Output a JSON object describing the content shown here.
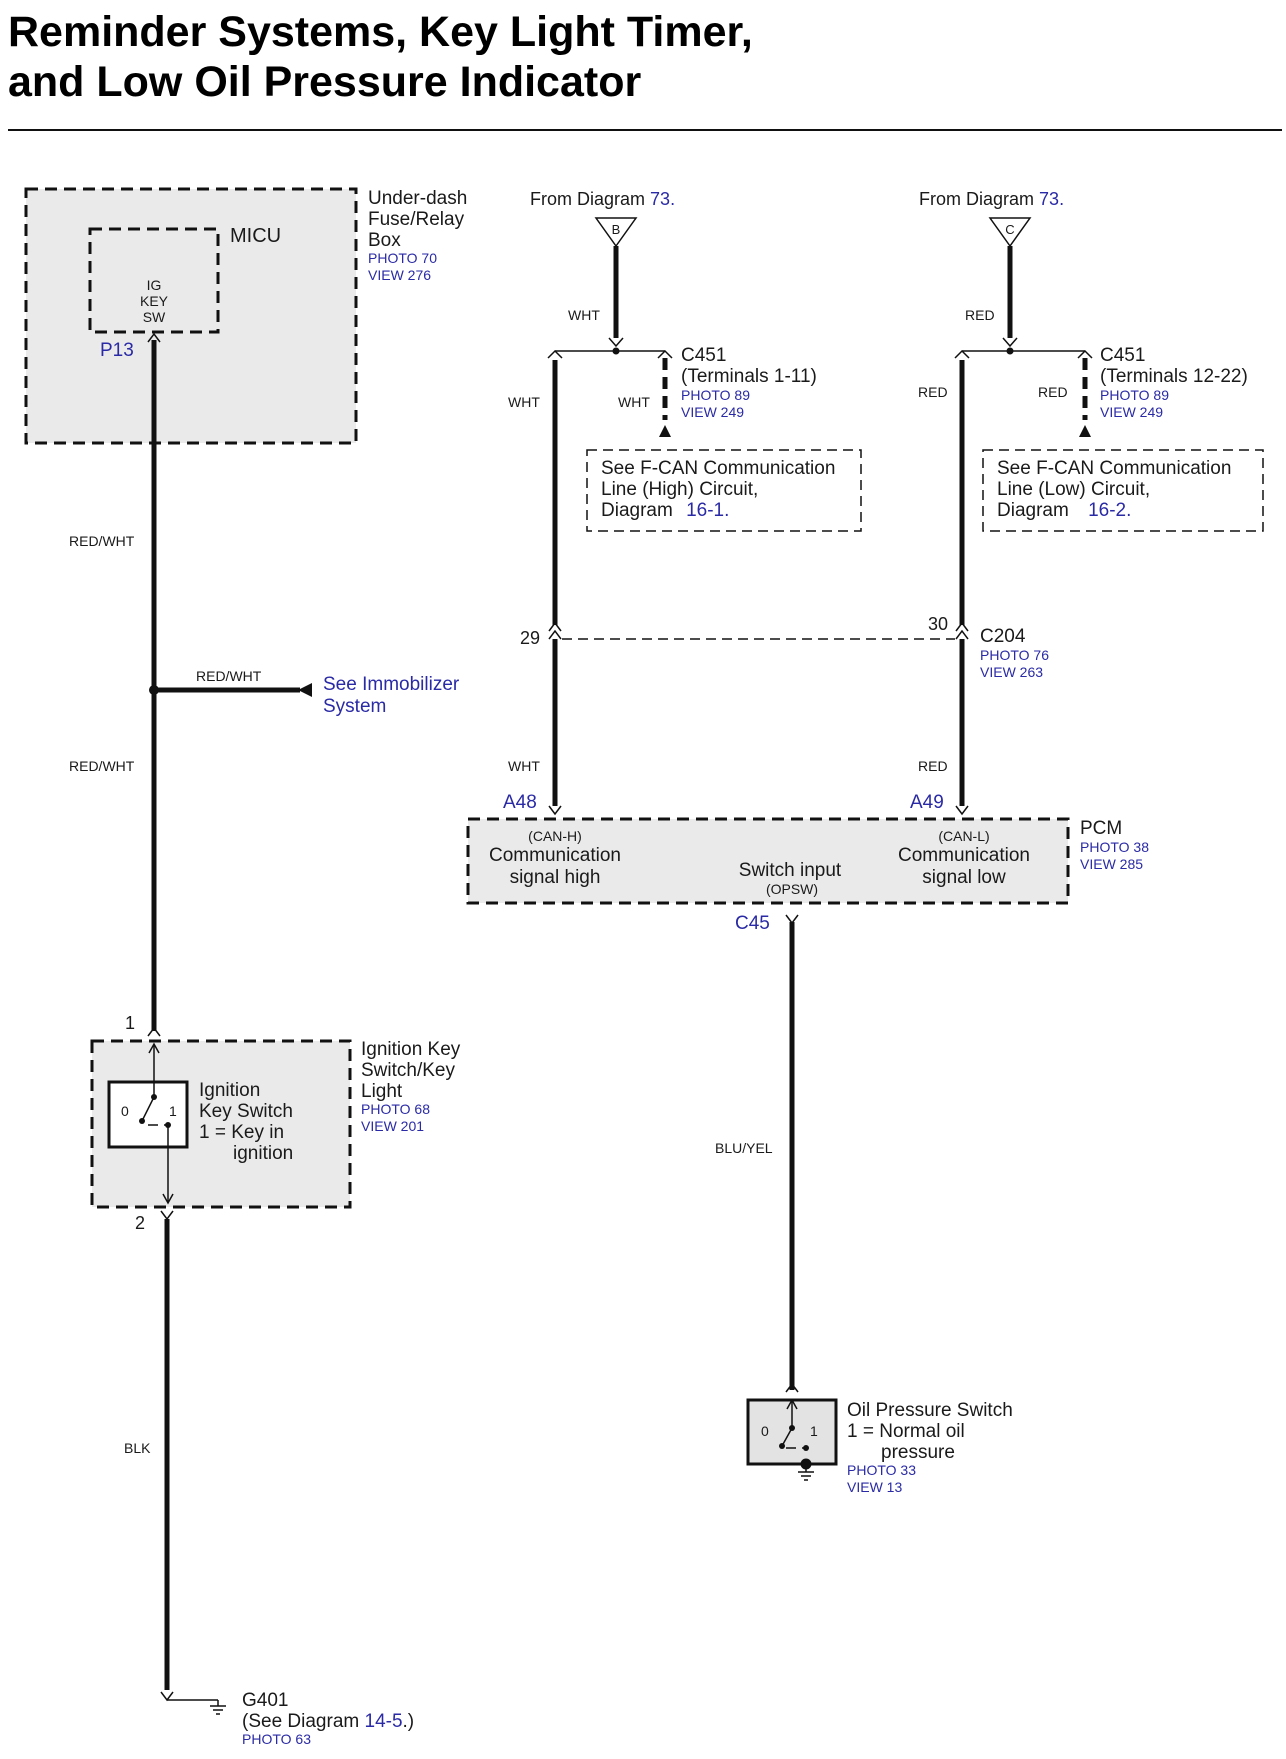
{
  "title": {
    "line1": "Reminder Systems, Key Light Timer,",
    "line2": "and Low Oil Pressure Indicator"
  },
  "fuse_box": {
    "name_line1": "Under-dash",
    "name_line2": "Fuse/Relay",
    "name_line3": "Box",
    "photo": "PHOTO 70",
    "view": "VIEW 276",
    "micu": "MICU",
    "ig_line1": "IG",
    "ig_line2": "KEY",
    "ig_line3": "SW",
    "pin": "P13"
  },
  "wires": {
    "red_wht": "RED/WHT",
    "wht": "WHT",
    "red": "RED",
    "blu_yel": "BLU/YEL",
    "blk": "BLK"
  },
  "immobilizer": {
    "line1": "See Immobilizer",
    "line2": "System"
  },
  "ignition_switch": {
    "pin_top": "1",
    "pin_bottom": "2",
    "name_line1": "Ignition Key",
    "name_line2": "Switch/Key",
    "name_line3": "Light",
    "photo": "PHOTO 68",
    "view": "VIEW 201",
    "desc_line1": "Ignition",
    "desc_line2": "Key Switch",
    "desc_line3": "1 = Key in",
    "desc_line4": "ignition",
    "pos0": "0",
    "pos1": "1"
  },
  "ground": {
    "name": "G401",
    "see_prefix": "(See Diagram",
    "see_ref": "14-5",
    "see_suffix": ".)",
    "photo": "PHOTO 63"
  },
  "from_b": {
    "prefix": "From Diagram",
    "ref": "73",
    "suffix": ".",
    "marker": "B"
  },
  "from_c": {
    "prefix": "From Diagram",
    "ref": "73",
    "suffix": ".",
    "marker": "C"
  },
  "c451_left": {
    "name": "C451",
    "terminals": "(Terminals 1-11)",
    "photo": "PHOTO 89",
    "view": "VIEW 249"
  },
  "c451_right": {
    "name": "C451",
    "terminals": "(Terminals 12-22)",
    "photo": "PHOTO 89",
    "view": "VIEW 249"
  },
  "fcan_high": {
    "line1": "See F-CAN Communication",
    "line2": "Line (High) Circuit,",
    "line3_prefix": "Diagram",
    "line3_ref": "16-1",
    "line3_suffix": "."
  },
  "fcan_low": {
    "line1": "See F-CAN Communication",
    "line2": "Line (Low) Circuit,",
    "line3_prefix": "Diagram",
    "line3_ref": "16-2",
    "line3_suffix": "."
  },
  "c204": {
    "name": "C204",
    "pin_left": "29",
    "pin_right": "30",
    "photo": "PHOTO 76",
    "view": "VIEW 263"
  },
  "pcm": {
    "name": "PCM",
    "photo": "PHOTO 38",
    "view": "VIEW 285",
    "pin_a48": "A48",
    "pin_a49": "A49",
    "pin_c45": "C45",
    "canh_tag": "(CAN-H)",
    "canh_line1": "Communication",
    "canh_line2": "signal high",
    "canl_tag": "(CAN-L)",
    "canl_line1": "Communication",
    "canl_line2": "signal low",
    "switch_line1": "Switch input",
    "switch_tag": "(OPSW)"
  },
  "oil_switch": {
    "name": "Oil Pressure Switch",
    "desc_line1": "1 = Normal oil",
    "desc_line2": "pressure",
    "photo": "PHOTO 33",
    "view": "VIEW 13",
    "pos0": "0",
    "pos1": "1"
  }
}
